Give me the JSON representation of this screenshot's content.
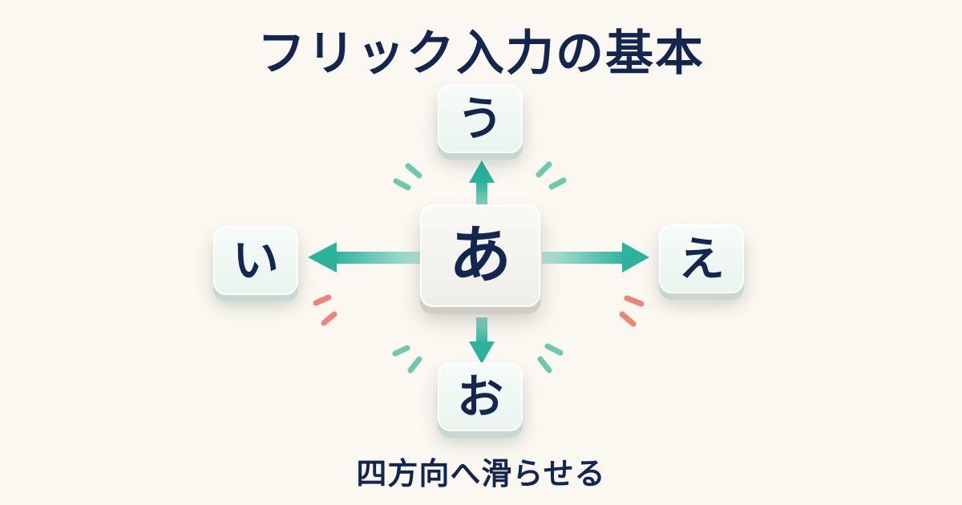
{
  "title": "フリック入力の基本",
  "subtitle": "四方向へ滑らせる",
  "keys": {
    "center": "あ",
    "up": "う",
    "left": "い",
    "right": "え",
    "down": "お"
  },
  "colors": {
    "background": "#fbf8f1",
    "text": "#13264f",
    "arrow": "#2bb39c",
    "accent_green": "#6cc9ad",
    "accent_red": "#ee8378"
  }
}
